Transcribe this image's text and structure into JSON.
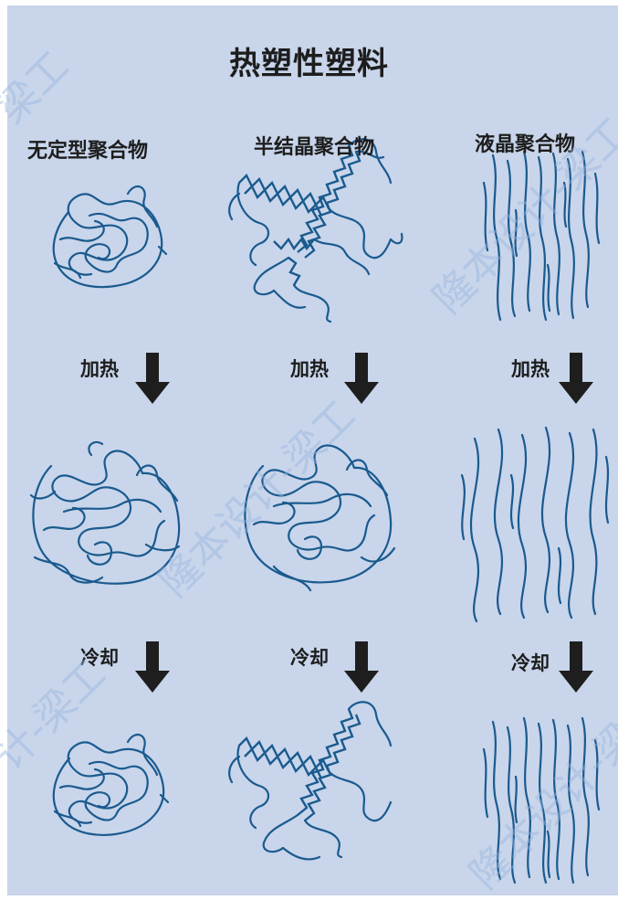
{
  "title": "热塑性塑料",
  "columns": [
    {
      "label": "无定型聚合物"
    },
    {
      "label": "半结晶聚合物"
    },
    {
      "label": "液晶聚合物"
    }
  ],
  "steps": {
    "heat_label": "加热",
    "cool_label": "冷却"
  },
  "watermarks": [
    {
      "text": "梁工"
    },
    {
      "text": "隆本设计-梁工"
    },
    {
      "text": "隆本设计-梁工"
    },
    {
      "text": "计-梁工"
    },
    {
      "text": "隆本设计-梁"
    }
  ],
  "colors": {
    "background": "#c8d5ea",
    "chain": "#1a5a8e",
    "arrow": "#1e1e1e"
  }
}
